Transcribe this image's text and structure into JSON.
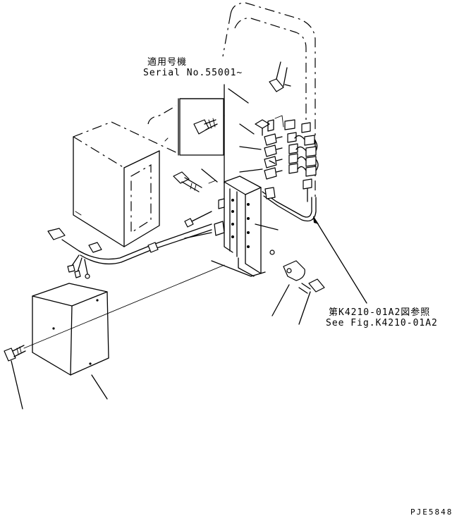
{
  "labels": {
    "applicable_model_jp": "適用号機",
    "serial_no": "Serial No.55001~",
    "reference_jp": "第K4210-01A2図参照",
    "reference_en": "See Fig.K4210-01A2",
    "drawing_code": "PJE5848"
  }
}
